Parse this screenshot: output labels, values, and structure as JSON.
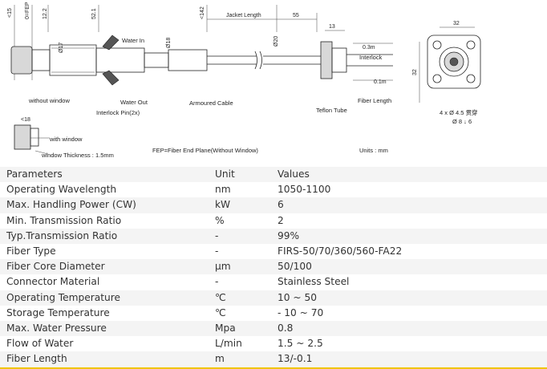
{
  "drawing": {
    "dims_top": [
      "<15",
      "0=FEP",
      "12.2",
      "52.1",
      "<142",
      "Jacket Length",
      "55",
      "32",
      "13"
    ],
    "dims_side": [
      "Ø17",
      "Ø18",
      "Ø20",
      "32"
    ],
    "dims_misc": [
      "0.3m",
      "0.1m",
      "<18"
    ],
    "labels": {
      "water_in": "Water In",
      "water_out": "Water Out",
      "without_window": "without window",
      "interlock_pin": "Interlock Pin(2x)",
      "armoured_cable": "Armoured Cable",
      "teflon_tube": "Teflon Tube",
      "interlock": "Interlock",
      "fiber_length": "Fiber Length",
      "hole_spec_1": "4 x Ø 4.5 贯穿",
      "hole_spec_2": "Ø 8 ↓ 6",
      "with_window": "with window",
      "window_thickness": "window Thickness : 1.5mm",
      "fep_note": "FEP=Fiber End Plane(Without Window)",
      "units": "Units : mm"
    }
  },
  "table": {
    "header": [
      "Parameters",
      "Unit",
      "Values"
    ],
    "rows": [
      [
        "Operating Wavelength",
        "nm",
        "1050-1100"
      ],
      [
        "Max. Handling Power (CW)",
        "kW",
        "6"
      ],
      [
        "Min. Transmission Ratio",
        "%",
        "2"
      ],
      [
        "Typ.Transmission Ratio",
        "-",
        "99%"
      ],
      [
        "Fiber Type",
        "-",
        "FIRS-50/70/360/560-FA22"
      ],
      [
        "Fiber Core Diameter",
        "μm",
        "50/100"
      ],
      [
        "Connector Material",
        "-",
        "Stainless Steel"
      ],
      [
        "Operating Temperature",
        "℃",
        "10 ~ 50"
      ],
      [
        "Storage Temperature",
        "℃",
        " - 10 ~ 70"
      ],
      [
        "Max. Water Pressure",
        "Mpa",
        "0.8"
      ],
      [
        "Flow of Water",
        "L/min",
        "1.5 ~ 2.5"
      ],
      [
        "Fiber Length",
        "m",
        "13/-0.1"
      ]
    ]
  }
}
